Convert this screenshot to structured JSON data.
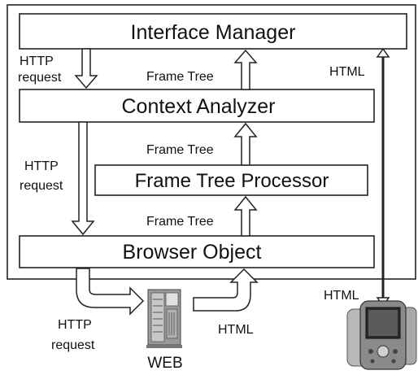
{
  "boxes": {
    "interface_manager": "Interface Manager",
    "context_analyzer": "Context Analyzer",
    "frame_tree_processor": "Frame Tree Processor",
    "browser_object": "Browser Object"
  },
  "labels": {
    "http_request_top_1": "HTTP",
    "http_request_top_2": "request",
    "frame_tree_1": "Frame Tree",
    "frame_tree_2": "Frame Tree",
    "frame_tree_3": "Frame Tree",
    "http_request_mid_1": "HTTP",
    "http_request_mid_2": "request",
    "html_right_top": "HTML",
    "html_right_bottom": "HTML",
    "http_request_bottom_1": "HTTP",
    "http_request_bottom_2": "request",
    "html_bottom": "HTML",
    "web": "WEB"
  }
}
